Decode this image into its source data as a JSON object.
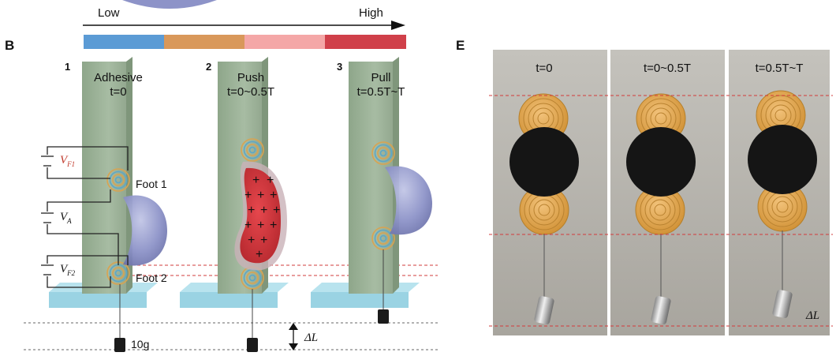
{
  "scale": {
    "low_label": "Low",
    "high_label": "High",
    "colors": [
      "#5b9bd5",
      "#d9985a",
      "#f4a7a7",
      "#d0404a"
    ]
  },
  "panel_b": {
    "letter": "B",
    "steps": [
      {
        "number": "1",
        "title": "Adhesive",
        "time": "t=0"
      },
      {
        "number": "2",
        "title": "Push",
        "time": "t=0~0.5T"
      },
      {
        "number": "3",
        "title": "Pull",
        "time": "t=0.5T~T"
      }
    ],
    "foot1_label": "Foot 1",
    "foot2_label": "Foot 2",
    "voltages": {
      "vf1_base": "V",
      "vf1_sub": "F1",
      "va_base": "V",
      "va_sub": "A",
      "vf2_base": "V",
      "vf2_sub": "F2"
    },
    "weight_label": "10g",
    "displacement_label": "ΔL",
    "charge_symbol": "+"
  },
  "panel_e": {
    "letter": "E",
    "frames": [
      {
        "time": "t=0"
      },
      {
        "time": "t=0~0.5T"
      },
      {
        "time": "t=0.5T~T"
      }
    ],
    "displacement_label": "ΔL"
  },
  "colors": {
    "panel_green": "#9fb59a",
    "base_blue": "#9ad3e3",
    "balloon": "#8d93c8",
    "charged_red": "#d2363c",
    "photo_bg": "#b3b0a8",
    "electrode_gold": "#e0a640"
  }
}
